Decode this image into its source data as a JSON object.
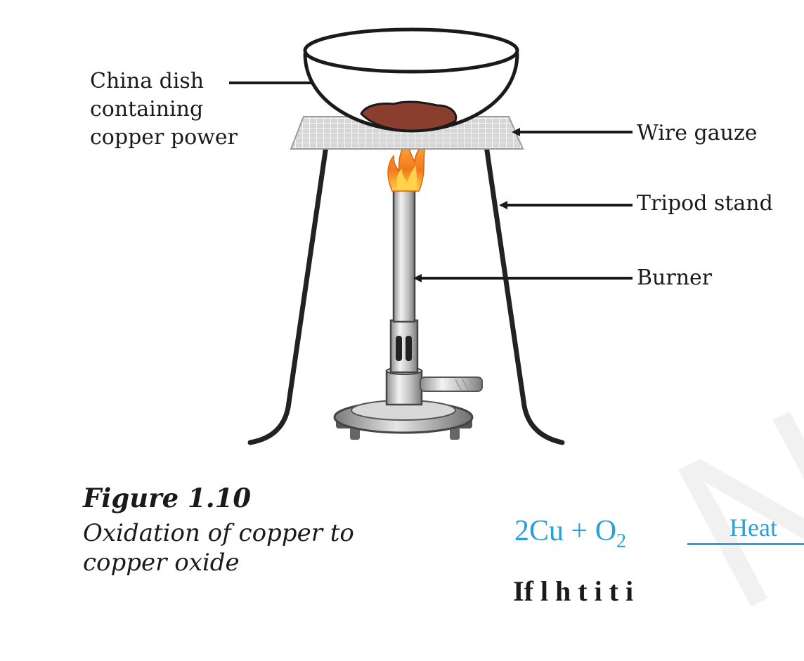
{
  "labels": {
    "china_dish": [
      "China dish",
      "containing",
      "copper power"
    ],
    "wire_gauze": "Wire gauze",
    "tripod_stand": "Tripod stand",
    "burner": "Burner"
  },
  "caption": {
    "title": "Figure 1.10",
    "text": "Oxidation of copper to copper oxide"
  },
  "equation": {
    "lhs": "2Cu + O",
    "subscript": "2",
    "arrow_label": "Heat"
  },
  "cut_off_text": "If l  h  t  i   t  i",
  "watermark": "N",
  "colors": {
    "equation": "#2a9fd8",
    "copper_powder": "#8a3f2e",
    "flame_outer": "#f07a1a",
    "flame_inner": "#ffd24a"
  }
}
